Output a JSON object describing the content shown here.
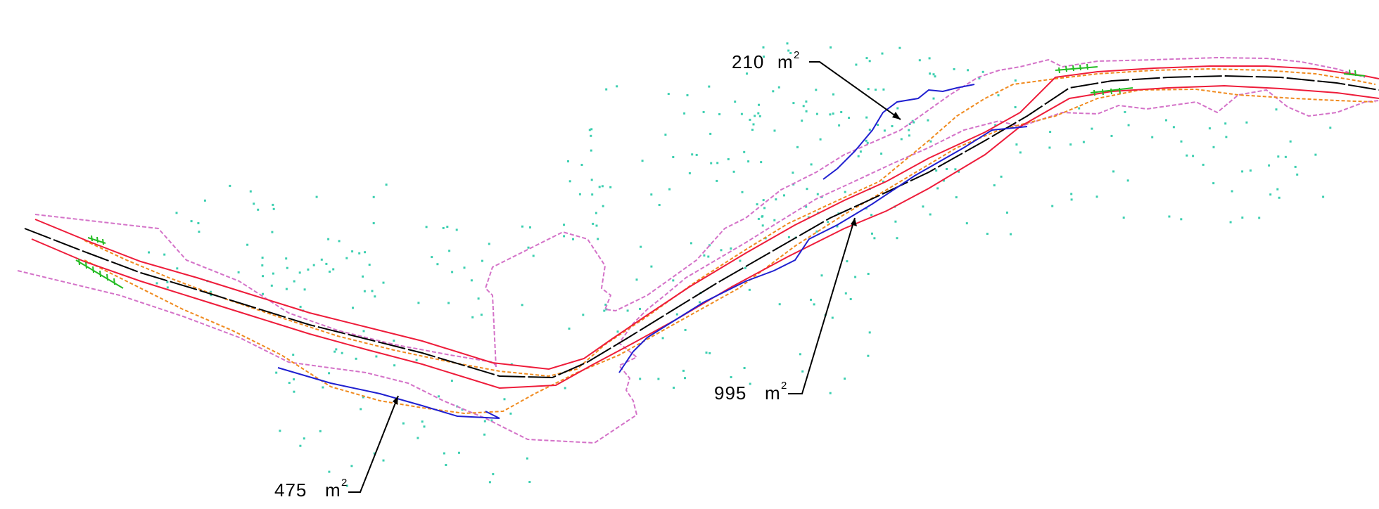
{
  "colors": {
    "background": "#ffffff",
    "centerline": "#000000",
    "edge": "#ee1c3a",
    "slope_top": "#d472c8",
    "slope_toe": "#f08a1e",
    "area_boundary": "#1f1fd0",
    "vegetation": "#22bb22",
    "survey_points": "#3ccfb0"
  },
  "annotations": [
    {
      "value": "210",
      "unit": "m",
      "exp": "2"
    },
    {
      "value": "995",
      "unit": "m",
      "exp": "2"
    },
    {
      "value": "475",
      "unit": "m",
      "exp": "2"
    }
  ]
}
